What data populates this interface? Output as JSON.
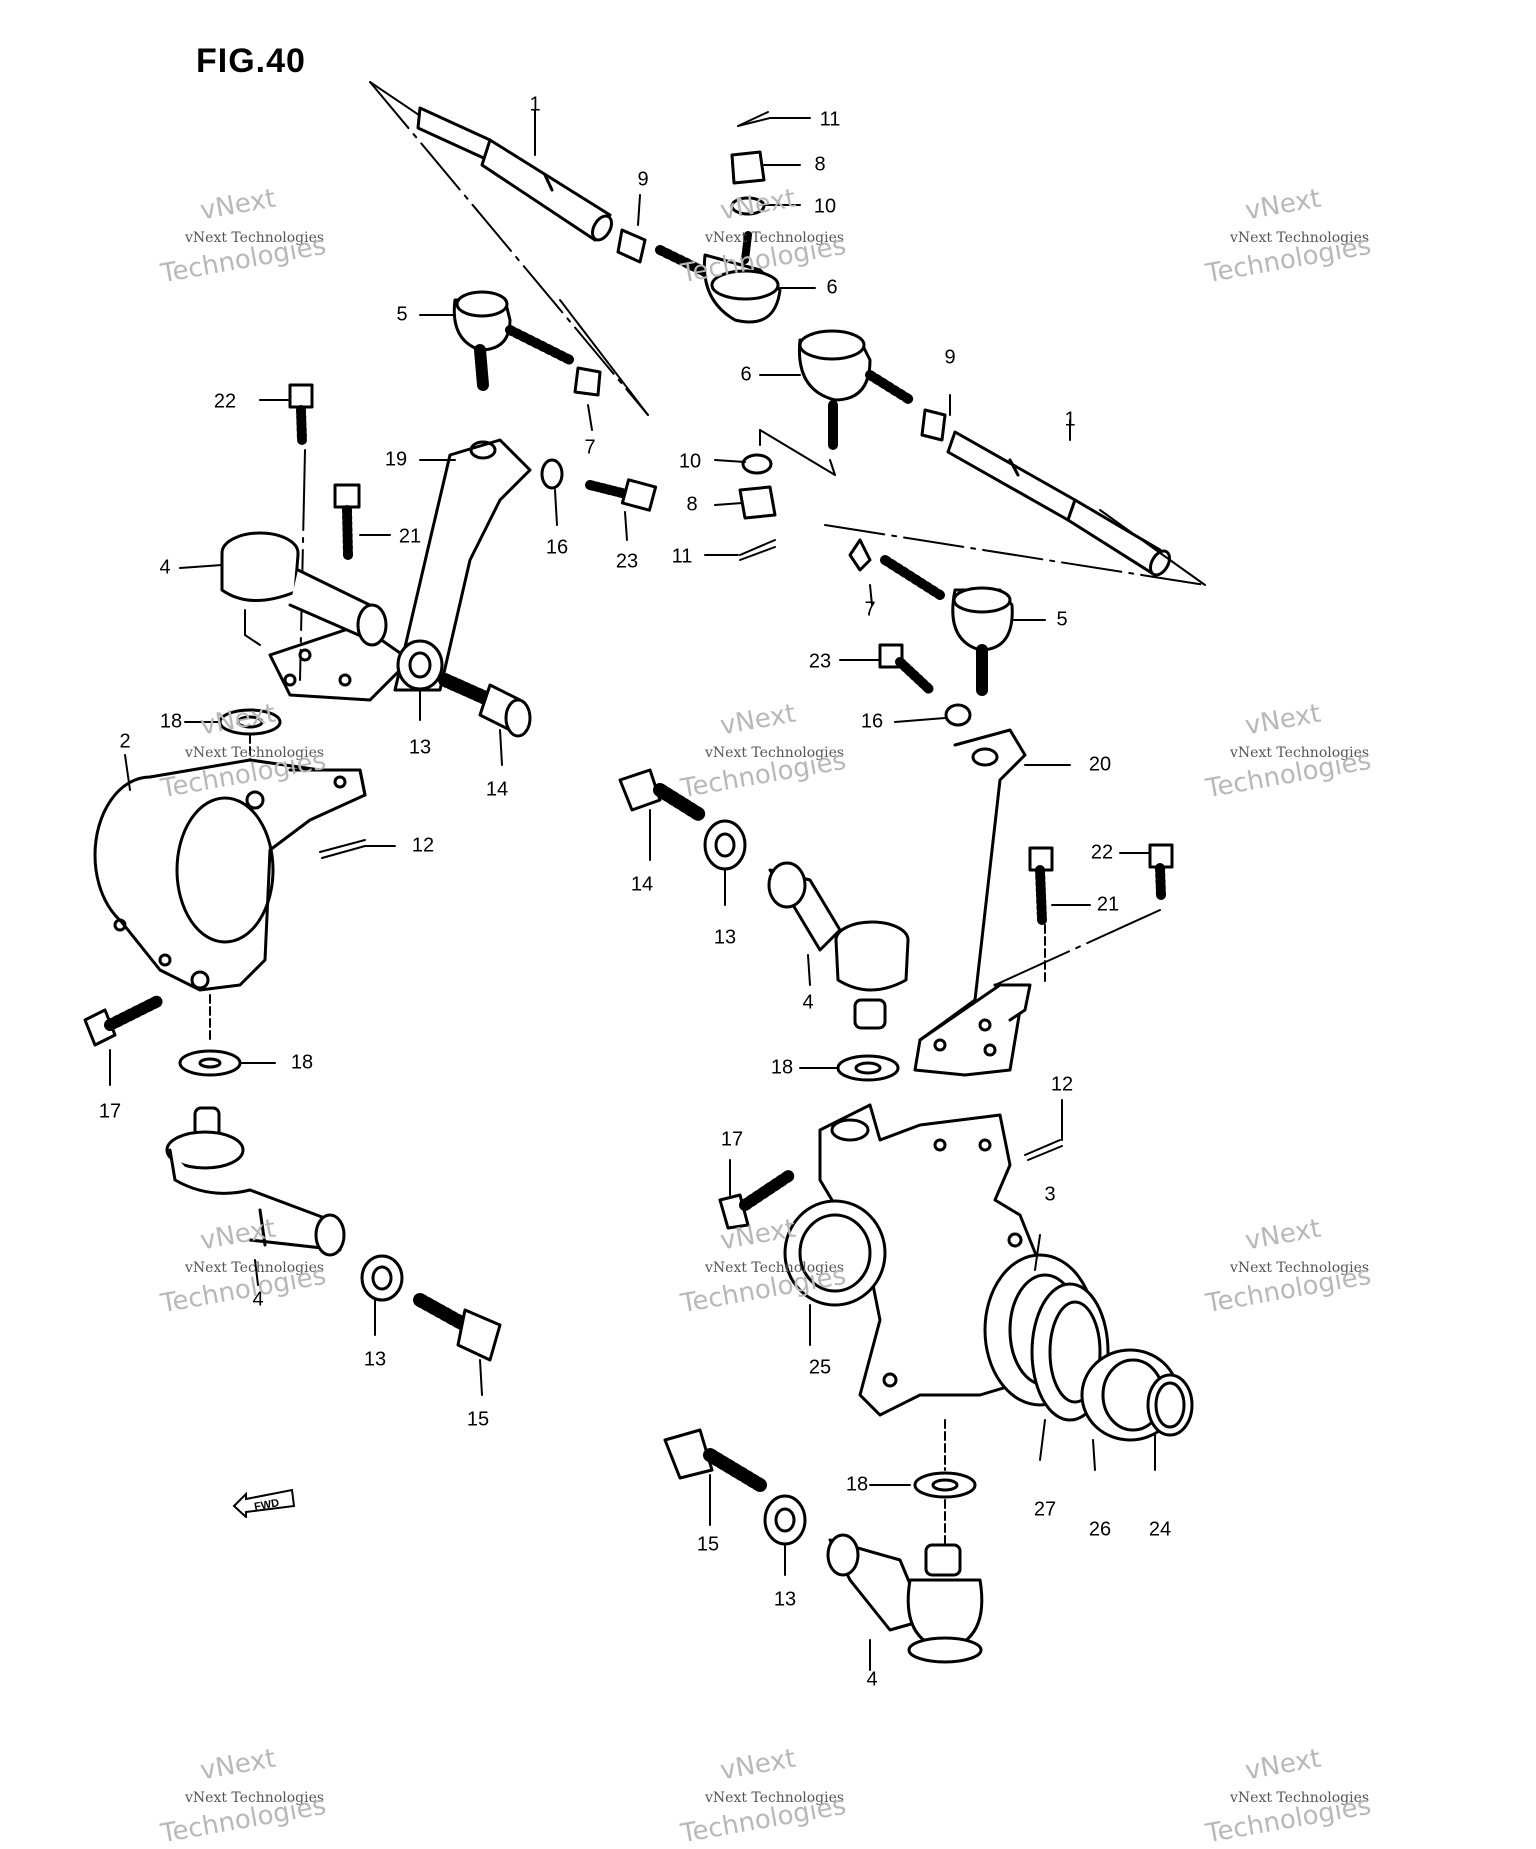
{
  "figure": {
    "title": "FIG.40"
  },
  "direction_marker": {
    "label": "FWD"
  },
  "watermark": {
    "line1": "vNext",
    "line2": "vNext Technologies",
    "line3": "Technologies"
  },
  "callouts": [
    {
      "id": "c1a",
      "text": "1"
    },
    {
      "id": "c11a",
      "text": "11"
    },
    {
      "id": "c8a",
      "text": "8"
    },
    {
      "id": "c10a",
      "text": "10"
    },
    {
      "id": "c9a",
      "text": "9"
    },
    {
      "id": "c6a",
      "text": "6"
    },
    {
      "id": "c5a",
      "text": "5"
    },
    {
      "id": "c7a",
      "text": "7"
    },
    {
      "id": "c22a",
      "text": "22"
    },
    {
      "id": "c19",
      "text": "19"
    },
    {
      "id": "c21a",
      "text": "21"
    },
    {
      "id": "c4a",
      "text": "4"
    },
    {
      "id": "c16a",
      "text": "16"
    },
    {
      "id": "c23a",
      "text": "23"
    },
    {
      "id": "c13a",
      "text": "13"
    },
    {
      "id": "c14a",
      "text": "14"
    },
    {
      "id": "c18a",
      "text": "18"
    },
    {
      "id": "c2",
      "text": "2"
    },
    {
      "id": "c12a",
      "text": "12"
    },
    {
      "id": "c17a",
      "text": "17"
    },
    {
      "id": "c18b",
      "text": "18"
    },
    {
      "id": "c4b",
      "text": "4"
    },
    {
      "id": "c13b",
      "text": "13"
    },
    {
      "id": "c15a",
      "text": "15"
    },
    {
      "id": "c6b",
      "text": "6"
    },
    {
      "id": "c9b",
      "text": "9"
    },
    {
      "id": "c1b",
      "text": "1"
    },
    {
      "id": "c10b",
      "text": "10"
    },
    {
      "id": "c8b",
      "text": "8"
    },
    {
      "id": "c11b",
      "text": "11"
    },
    {
      "id": "c7b",
      "text": "7"
    },
    {
      "id": "c5b",
      "text": "5"
    },
    {
      "id": "c23b",
      "text": "23"
    },
    {
      "id": "c16b",
      "text": "16"
    },
    {
      "id": "c20",
      "text": "20"
    },
    {
      "id": "c22b",
      "text": "22"
    },
    {
      "id": "c21b",
      "text": "21"
    },
    {
      "id": "c14b",
      "text": "14"
    },
    {
      "id": "c13c",
      "text": "13"
    },
    {
      "id": "c4c",
      "text": "4"
    },
    {
      "id": "c18c",
      "text": "18"
    },
    {
      "id": "c12b",
      "text": "12"
    },
    {
      "id": "c17b",
      "text": "17"
    },
    {
      "id": "c3",
      "text": "3"
    },
    {
      "id": "c25",
      "text": "25"
    },
    {
      "id": "c27",
      "text": "27"
    },
    {
      "id": "c26",
      "text": "26"
    },
    {
      "id": "c24",
      "text": "24"
    },
    {
      "id": "c18d",
      "text": "18"
    },
    {
      "id": "c15b",
      "text": "15"
    },
    {
      "id": "c13d",
      "text": "13"
    },
    {
      "id": "c4d",
      "text": "4"
    }
  ]
}
